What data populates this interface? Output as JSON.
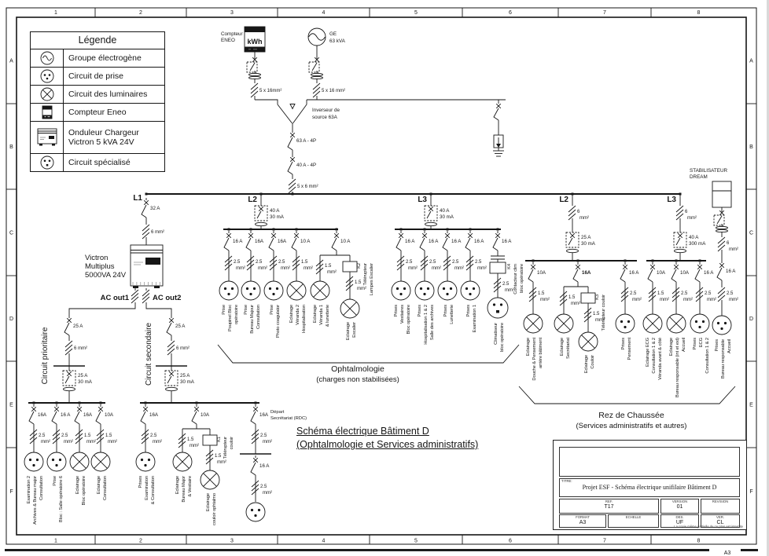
{
  "frame": {
    "columns": [
      "1",
      "2",
      "3",
      "4",
      "5",
      "6",
      "7",
      "8"
    ],
    "rows": [
      "A",
      "B",
      "C",
      "D",
      "E",
      "F"
    ],
    "sheet": "A3"
  },
  "legend": {
    "title": "Légende",
    "items": [
      {
        "icon": "generator-icon",
        "label": "Groupe électrogène"
      },
      {
        "icon": "socket-icon",
        "label": "Circuit de prise"
      },
      {
        "icon": "light-icon",
        "label": "Circuit des luminaires"
      },
      {
        "icon": "meter-icon",
        "label": "Compteur Eneo"
      },
      {
        "icon": "inverter-icon",
        "label": "Onduleur Chargeur",
        "label2": "Victron 5 kVA 24V"
      },
      {
        "icon": "special-icon",
        "label": "Circuit spécialisé"
      }
    ]
  },
  "sources": {
    "meter_label": [
      "Compteur",
      "ENEO"
    ],
    "meter_display": "kWh",
    "meter_cable": "5 x 16mm²",
    "gen_label": [
      "GE",
      "63 kVA"
    ],
    "gen_cable": "5 x 16 mm²",
    "changeover": [
      "Inverseur de",
      "source 63A"
    ],
    "main_breaker_1": "63 A - 4P",
    "main_breaker_2": "40 A - 4P",
    "main_cable": "5 x 6 mm²"
  },
  "inverter": {
    "bus_label": "L1",
    "breaker": "32 A",
    "cable": [
      "6 mm²"
    ],
    "name": [
      "Victron",
      "Multiplus",
      "5000VA 24V"
    ],
    "out1": "AC out1",
    "out2": "AC out2"
  },
  "stabilizer": {
    "name": [
      "STABILISATEUR",
      "DREAM"
    ],
    "cable": [
      "6",
      "mm²"
    ],
    "breaker": "16 A",
    "cable2": [
      "2.5",
      "mm²"
    ],
    "label": [
      "Prises",
      "Bureau responsable",
      "Accueil"
    ]
  },
  "panels": {
    "prioritaire": {
      "label": "Circuit prioritaire",
      "breaker": "25 A",
      "cable": [
        "6 mm²"
      ],
      "rcd": [
        "25 A",
        "30 mA"
      ],
      "branches": [
        {
          "breaker": "16A",
          "cable": [
            "2.5",
            "mm²"
          ],
          "load": "socket",
          "label": [
            "Examination 2",
            "Archives & Bureau major",
            "Consultation"
          ]
        },
        {
          "breaker": "16 A",
          "cable": [
            "2.5",
            "mm²"
          ],
          "load": "socket",
          "label": [
            "Prise",
            "Bloc : Salle opératoire 6"
          ]
        },
        {
          "breaker": "16A",
          "cable": [
            "1.5",
            "mm²"
          ],
          "load": "light",
          "label": [
            "Eclairage",
            "Bloc opératoire"
          ]
        },
        {
          "breaker": "10A",
          "cable": [
            "1.5",
            "mm²"
          ],
          "load": "light",
          "label": [
            "Eclairage",
            "Consultation"
          ]
        }
      ]
    },
    "secondaire": {
      "label": "Circuit secondaire",
      "breaker": "25 A",
      "cable": [
        "6 mm²"
      ],
      "rcd": [
        "25 A",
        "30 mA"
      ],
      "branches": [
        {
          "breaker": "16A",
          "cable": [
            "2.5",
            "mm²"
          ],
          "load": "socket",
          "label": [
            "Prises",
            "Examination",
            "& Consultation"
          ]
        },
        {
          "breaker": "10A",
          "split": {
            "a": {
              "cable": [
                "1.5",
                "mm²"
              ],
              "load": "light",
              "label": [
                "Eclairage",
                "Bureau Major",
                "& Vestiaire"
              ]
            },
            "b": {
              "k_label": [
                "K1",
                "Télérupteur",
                "couloir"
              ],
              "cable": [
                "1.5",
                "mm²"
              ],
              "load": "light",
              "label": [
                "Eclairage",
                "couloir ophtalmo"
              ]
            }
          }
        },
        {
          "breaker": "16A",
          "side_label": [
            "Départ",
            "Secrétariat (RDC)"
          ],
          "cable": [
            "2.5",
            "mm²"
          ],
          "breaker2": "16 A",
          "cable2": [
            "2.5",
            "mm²"
          ],
          "load": "socket",
          "label": []
        }
      ]
    },
    "l2_ophtalmo": {
      "bus_label": "L2",
      "rcd": [
        "40 A",
        "30 mA"
      ],
      "branches": [
        {
          "breaker": "16 A",
          "cable": [
            "2.5",
            "mm²"
          ],
          "load": "socket",
          "label": [
            "Prise",
            "Poupinel Bloc",
            "opératoire"
          ]
        },
        {
          "breaker": "16A",
          "cable": [
            "2.5",
            "mm²"
          ],
          "load": "socket",
          "label": [
            "Prise",
            "Bureau Majour",
            "Consultation"
          ]
        },
        {
          "breaker": "16A",
          "cable": [
            "2.5",
            "mm²"
          ],
          "load": "socket",
          "label": [
            "Prise",
            "Photo coagulator"
          ]
        },
        {
          "breaker": "10 A",
          "cable": [
            "1.5",
            "mm²"
          ],
          "load": "light",
          "label": [
            "Eclairage",
            "Véranda 2",
            "Hospitalisation"
          ]
        },
        {
          "breaker": "10 A",
          "split": {
            "a": {
              "cable": [
                "1.5",
                "mm²"
              ],
              "load": "light",
              "label": [
                "Eclairage",
                "Véranda 1",
                "& lunetterie"
              ]
            },
            "b": {
              "k_label": [
                "K2",
                "Télérupteur",
                "Lampes Escalier"
              ],
              "cable": [
                "1.5",
                "mm²"
              ],
              "load": "light",
              "label": [
                "Eclairage",
                "Escalier"
              ]
            }
          }
        }
      ]
    },
    "l3_ophtalmo": {
      "bus_label": "L3",
      "rcd": [
        "40 A",
        "30 mA"
      ],
      "branches": [
        {
          "breaker": "16 A",
          "cable": [
            "2.5",
            "mm²"
          ],
          "load": "socket",
          "label": [
            "Prises",
            "Vestiaires",
            "Bloc opératoire"
          ]
        },
        {
          "breaker": "16 A",
          "cable": [
            "2.5",
            "mm²"
          ],
          "load": "socket",
          "label": [
            "Prises",
            "Hospitalisation 1 & 2",
            "Salle des archives"
          ]
        },
        {
          "breaker": "16 A",
          "cable": [
            "2.5",
            "mm²"
          ],
          "load": "socket",
          "label": [
            "Prises",
            "Lunetterie"
          ]
        },
        {
          "breaker": "16 A",
          "cable": [
            "2.5",
            "mm²"
          ],
          "load": "socket",
          "label": [
            "Prises",
            "Examination 1"
          ]
        },
        {
          "breaker": "16 A",
          "contactor": true,
          "k_label": [
            "K4",
            "Contacteur clim",
            "bloc opératoire"
          ],
          "cable": [
            "2.5",
            "mm²"
          ],
          "load": "special",
          "label": [
            "Climatiseur",
            "bloc opératoire"
          ]
        }
      ]
    },
    "l2_rdc": {
      "bus_label": "L2",
      "cable": [
        "6",
        "mm²"
      ],
      "rcd": [
        "25 A",
        "30 mA"
      ],
      "branches": [
        {
          "breaker": "10A",
          "cable": [
            "1.5",
            "mm²"
          ],
          "load": "light",
          "label": [
            "Eclairage",
            "Douche & Pensement",
            "arrière bâtiment"
          ]
        },
        {
          "breaker": "16A",
          "bold": true,
          "split": {
            "a": {
              "cable": [
                "1.5",
                "mm²"
              ],
              "load": "light",
              "label": [
                "Eclairage",
                "Secrétariat"
              ]
            },
            "b": {
              "k_label": [
                "K3",
                "Télérupteur couloir"
              ],
              "cable": [
                "1.5",
                "mm²"
              ],
              "load": "light",
              "label": [
                "Eclairage",
                "Couloir"
              ]
            }
          }
        },
        {
          "breaker": "16 A",
          "cable": [
            "2.5",
            "mm²"
          ],
          "load": "socket",
          "label": [
            "Prises",
            "Pensement"
          ]
        }
      ]
    },
    "l3_rdc": {
      "bus_label": "L3",
      "cable": [
        "6",
        "mm²"
      ],
      "rcd": [
        "40 A",
        "300 mA"
      ],
      "branches": [
        {
          "breaker": "10A",
          "cable": [
            "1.5",
            "mm²"
          ],
          "load": "light",
          "label": [
            "Eclairage ECG",
            "Consultation 1 & 2",
            "Véranda avant & côté"
          ]
        },
        {
          "breaker": "10A",
          "cable": [
            "2.5",
            "mm²"
          ],
          "load": "light",
          "label": [
            "Eclairage",
            "Bureau responsable (int et ext)",
            "Accueil"
          ]
        },
        {
          "breaker": "16 A",
          "cable": [
            "2.5",
            "mm²"
          ],
          "load": "socket",
          "label": [
            "Prises",
            "ECG",
            "Consultation 1 & 2"
          ]
        }
      ]
    }
  },
  "sections": {
    "ophtalmologie": {
      "line1": "Ophtalmologie",
      "line2": "(charges non stabilisées)"
    },
    "rdc": {
      "line1": "Rez de Chaussée",
      "line2": "(Services administratifs et autres)"
    }
  },
  "title": {
    "line1": "Schéma électrique Bâtiment D",
    "line2": "(Ophtalmologie et Services administratifs)"
  },
  "titleblock": {
    "titre_label": "TITRE:",
    "titre": "Projet ESF - Schéma électrique unifilaire Bâtiment D",
    "fields": [
      {
        "label": "REF.",
        "value": "T17"
      },
      {
        "label": "VERSION",
        "value": "01"
      },
      {
        "label": "REVISION",
        "value": ""
      },
      {
        "label": "FORMAT",
        "value": "A3"
      },
      {
        "label": "ECHELLE",
        "value": ""
      },
      {
        "label": "DES.",
        "value": "UF"
      },
      {
        "label": "VER.",
        "value": "CL"
      }
    ],
    "notice": "La copie même partielle de ce plan est interdite"
  }
}
